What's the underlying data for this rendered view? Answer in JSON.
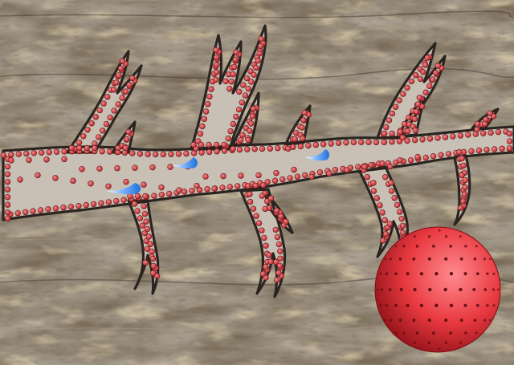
{
  "scene": {
    "colors": {
      "rock_base": "#6f6250",
      "rock_light": "#a8997c",
      "rock_dark": "#3b332a",
      "rock_tan": "#b49a63",
      "channel_fill": "#c9c0b4",
      "channel_outline": "#2a2420",
      "particle_red": "#b3272b",
      "particle_highlight": "#f08a8a",
      "fluid_blue": "#1f6fd6",
      "sphere_red": "#e8393f",
      "sphere_dark": "#8c1017",
      "sphere_dot": "#5a0b10"
    },
    "icons": {
      "channel": "branching-pore-channel",
      "particles": "red-particle-dots",
      "flow": "blue-flow-droplet",
      "sphere": "red-dotted-sphere"
    }
  }
}
